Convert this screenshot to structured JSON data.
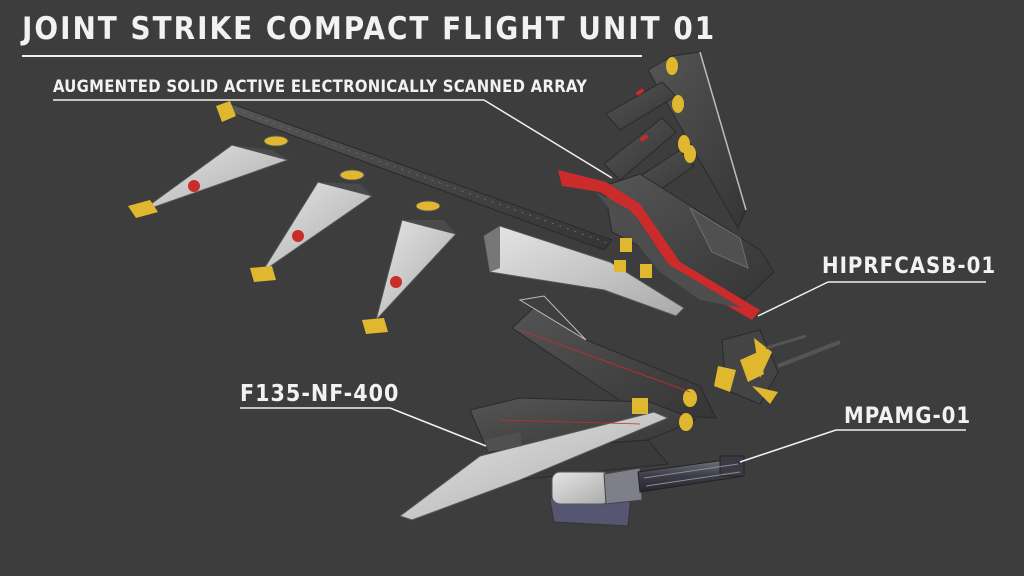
{
  "title": "JOINT STRIKE COMPACT FLIGHT UNIT 01",
  "callouts": {
    "aesa": "AUGMENTED SOLID ACTIVE ELECTRONICALLY SCANNED ARRAY",
    "hiprfcasb": "HIPRFCASB-01",
    "engine": "F135-NF-400",
    "gun": "MPAMG-01"
  },
  "colors": {
    "background": "#3d3d3d",
    "label": "#f2f2f2",
    "panel_dark": "#4b4b4b",
    "panel_light": "#d9d9d9",
    "accent_yellow": "#e0b830",
    "accent_red": "#cc2b2b"
  }
}
